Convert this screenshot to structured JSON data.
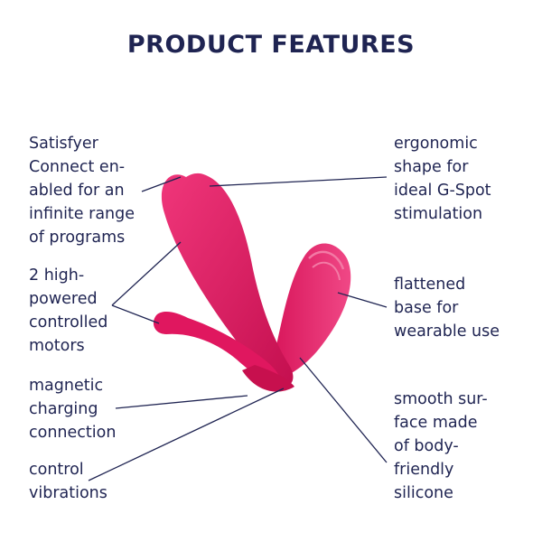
{
  "title": "PRODUCT FEATURES",
  "features_left": [
    "Satisfyer\nConnect en-\nabled for an\ninfinite range\nof programs",
    "2 high-\npowered\ncontrolled\nmotors",
    "magnetic\ncharging\nconnection",
    "control\nvibrations"
  ],
  "features_right": [
    "ergonomic\nshape for\nideal G-Spot\nstimulation",
    "flattened\nbase for\nwearable use",
    "smooth sur-\nface made\nof body-\nfriendly\nsilicone"
  ],
  "colors": {
    "text": "#1f2452",
    "product": "#e0175f"
  }
}
